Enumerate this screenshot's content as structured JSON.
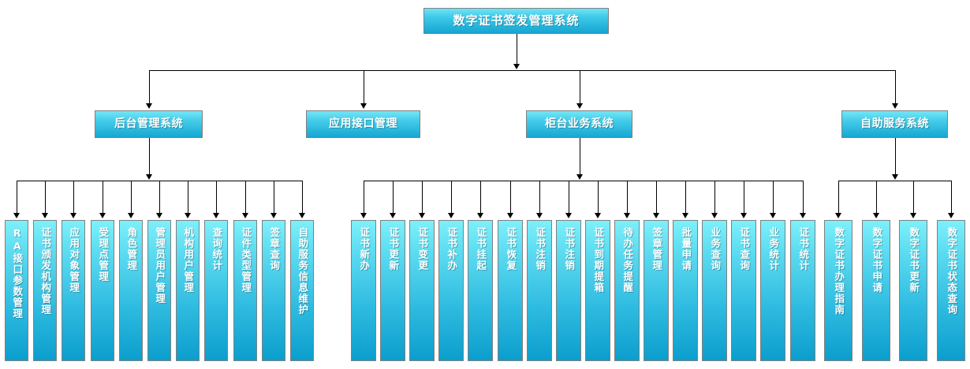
{
  "diagram": {
    "type": "organization-hierarchy-chart",
    "title": "数字证书签发管理系统",
    "root": {
      "label": "数字证书签发管理系统"
    },
    "branches": [
      {
        "id": "backend",
        "label": "后台管理系统",
        "children": [
          "RA接口参数管理",
          "证书颁发机构管理",
          "应用对象管理",
          "受理点管理",
          "角色管理",
          "管理员用户管理",
          "机构用户管理",
          "查询统计",
          "证件类型管理",
          "签章查询",
          "自助服务信息维护"
        ]
      },
      {
        "id": "api",
        "label": "应用接口管理",
        "children": []
      },
      {
        "id": "counter",
        "label": "柜台业务系统",
        "children": [
          "证书新办",
          "证书更新",
          "证书变更",
          "证书补办",
          "证书挂起",
          "证书恢复",
          "证书注销",
          "证书注销",
          "证书到期提箱",
          "待办任务提醒",
          "签章管理",
          "批量申请",
          "业务查询",
          "证书查询",
          "业务统计",
          "证书统计"
        ]
      },
      {
        "id": "selfservice",
        "label": "自助服务系统",
        "children": [
          "数字证书办理指南",
          "数字证书申请",
          "数字证书更新",
          "数字证书状态查询"
        ]
      }
    ],
    "colors": {
      "box_top": "#7fe9f7",
      "box_bottom": "#0f9fcd",
      "box_border": "#808080",
      "text": "#ffffff",
      "connector": "#000000",
      "background": "#ffffff"
    }
  }
}
